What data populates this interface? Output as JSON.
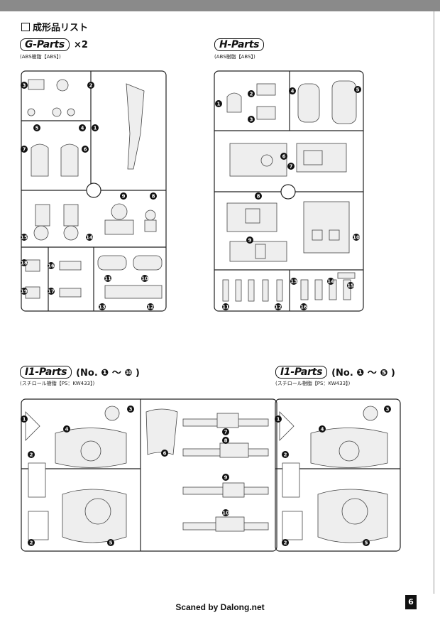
{
  "page": {
    "section_title": "成形品リスト",
    "page_number": "6",
    "footer": "Scaned by Dalong.net"
  },
  "g_parts": {
    "label": "G-Parts",
    "multiplier": "×2",
    "material": "(ABS樹脂【ABS】)",
    "numbers": [
      "1",
      "2",
      "3",
      "4",
      "5",
      "6",
      "7",
      "8",
      "9",
      "10",
      "11",
      "12",
      "13",
      "14",
      "15",
      "16",
      "17",
      "18",
      "19"
    ]
  },
  "h_parts": {
    "label": "H-Parts",
    "material": "(ABS樹脂【ABS】)",
    "numbers": [
      "1",
      "2",
      "3",
      "4",
      "5",
      "6",
      "7",
      "8",
      "9",
      "10",
      "11",
      "12",
      "13",
      "14",
      "15",
      "16"
    ]
  },
  "i1_parts_a": {
    "label": "I1-Parts",
    "range": "(No. ❶ ～ ❿ )",
    "material": "(スチロール樹脂【PS：KW433】)",
    "numbers": [
      "1",
      "2",
      "3",
      "4",
      "5",
      "6",
      "7",
      "8",
      "9",
      "10"
    ]
  },
  "i1_parts_b": {
    "label": "I1-Parts",
    "range": "(No. ❶ ～ ❺ )",
    "material": "(スチロール樹脂【PS：KW433】)",
    "numbers": [
      "1",
      "2",
      "3",
      "4",
      "5"
    ]
  },
  "icons": {
    "sprue": "runner-frame-icon",
    "part_marker": "part-number-marker-icon"
  },
  "colors": {
    "ink": "#111111",
    "header_bar": "#8a8a8a"
  }
}
